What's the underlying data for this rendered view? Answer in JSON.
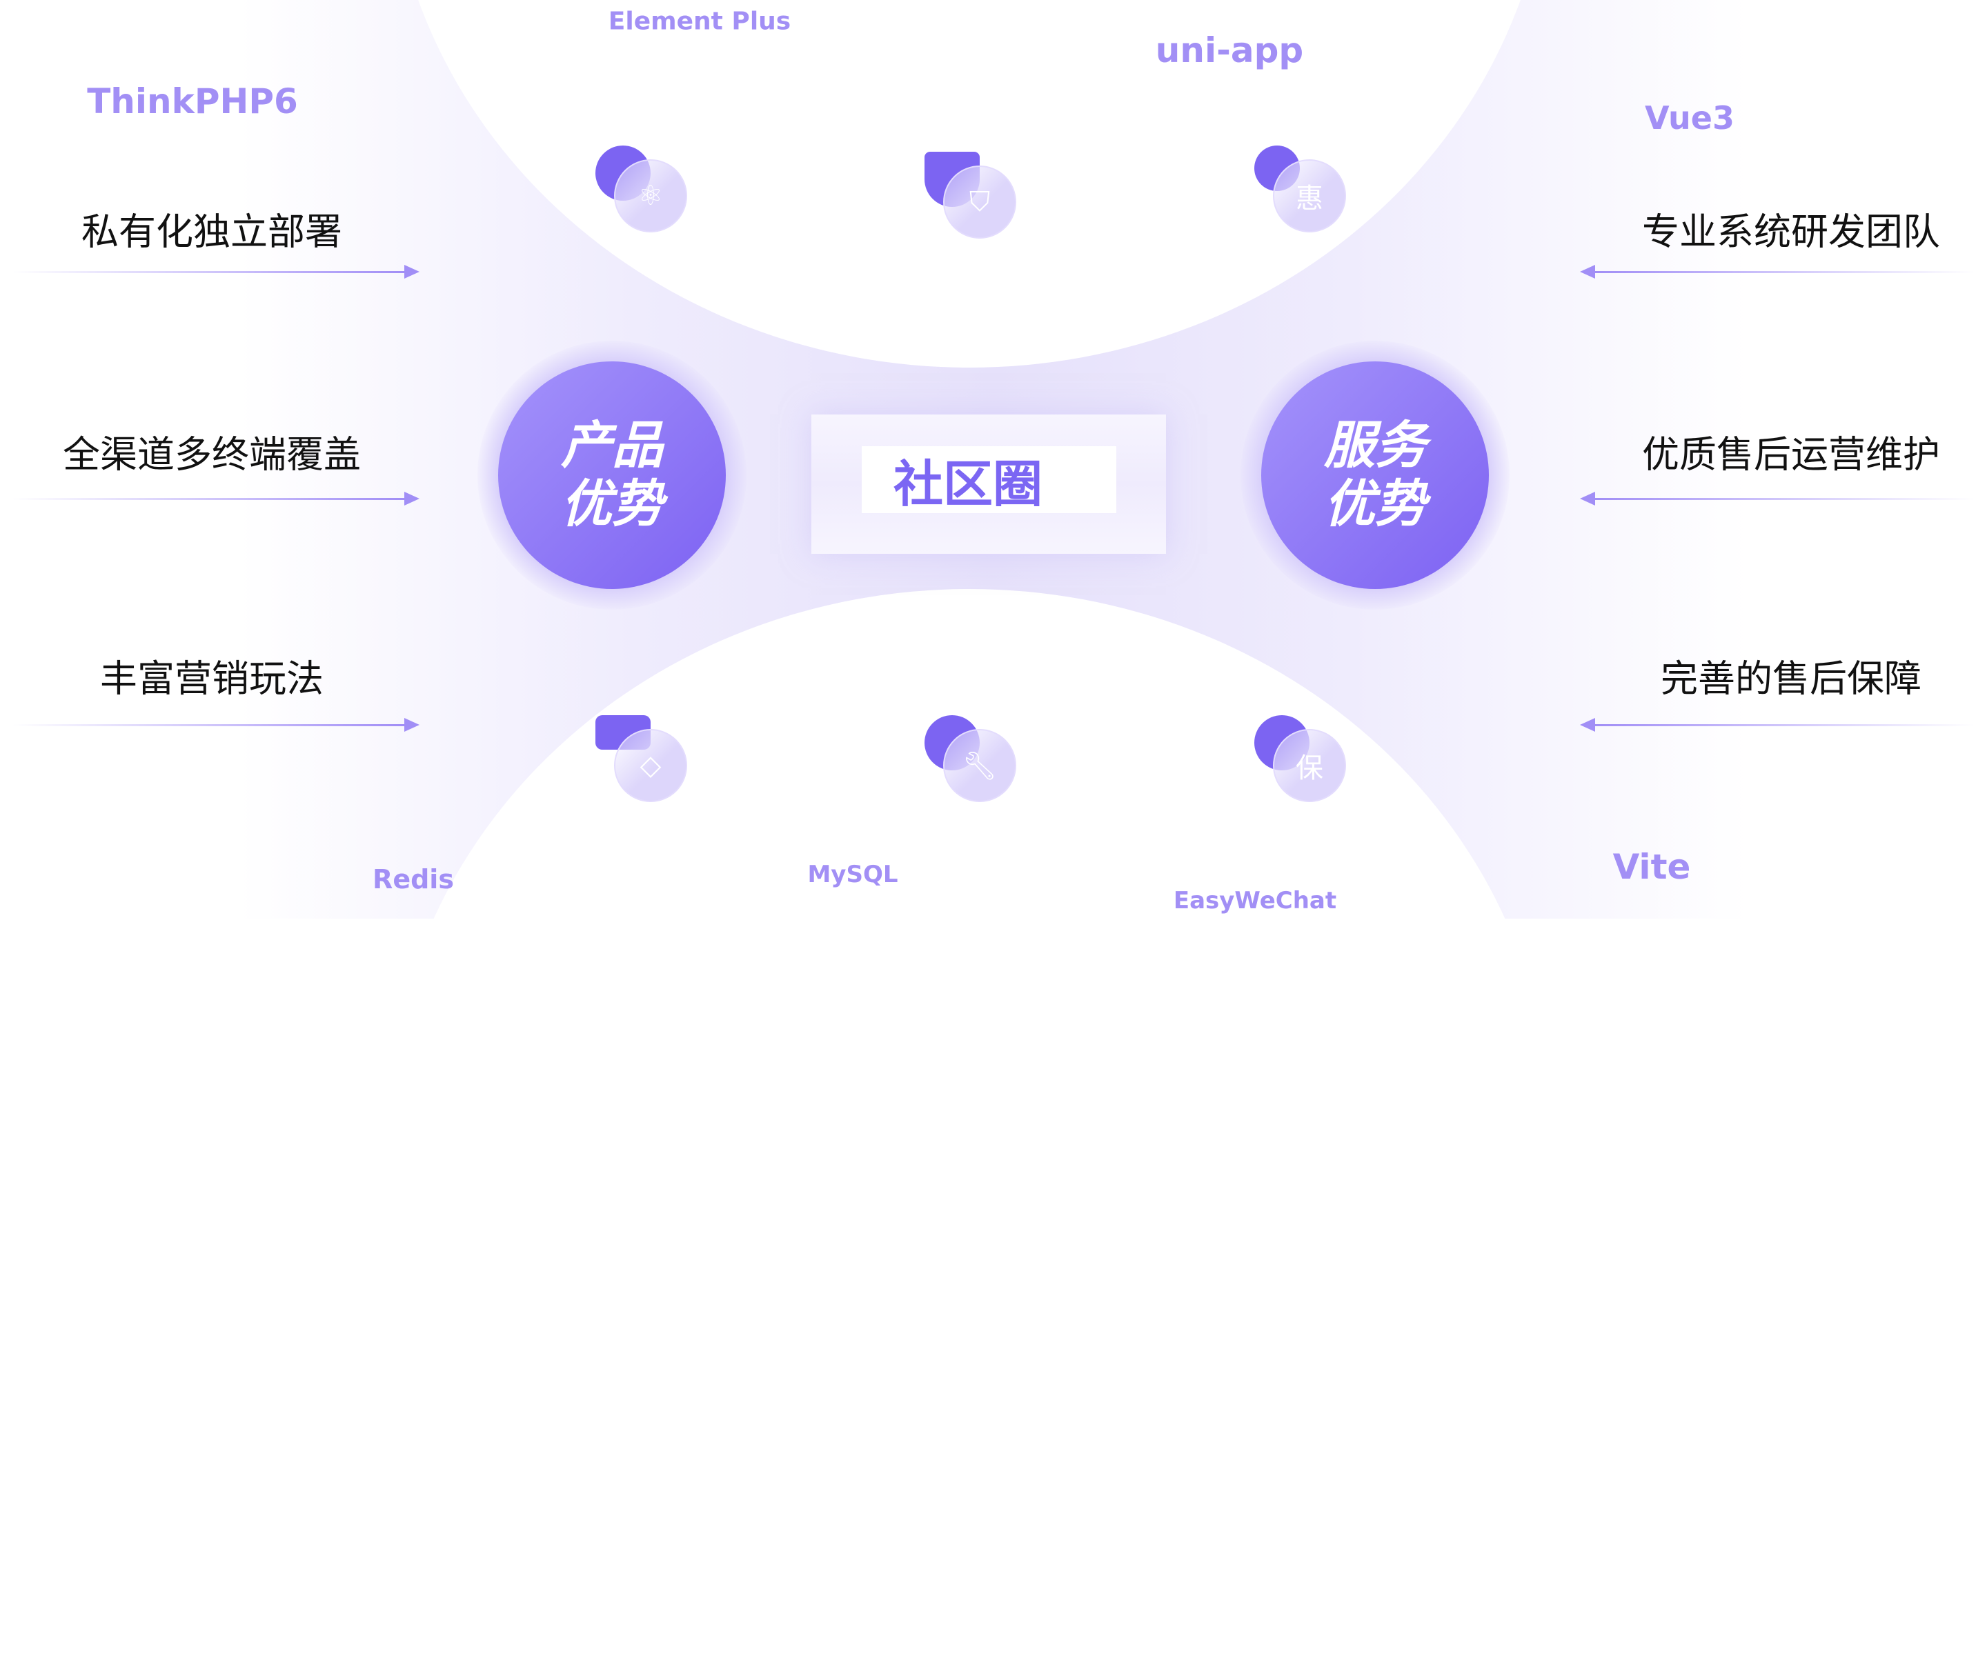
{
  "tech": {
    "element_plus": "Element Plus",
    "uni_app": "uni-app",
    "thinkphp": "ThinkPHP6",
    "vue": "Vue3",
    "redis": "Redis",
    "mysql": "MySQL",
    "easywechat": "EasyWeChat",
    "vite": "Vite"
  },
  "left_features": [
    "私有化独立部署",
    "全渠道多终端覆盖",
    "丰富营销玩法"
  ],
  "right_features": [
    "专业系统研发团队",
    "优质售后运营维护",
    "完善的售后保障"
  ],
  "product_advantage": {
    "line1": "产品",
    "line2": "优势"
  },
  "service_advantage": {
    "line1": "服务",
    "line2": "优势"
  },
  "center_title": "社区圈",
  "icons": {
    "top": [
      "atom-icon",
      "shield-wechat-icon",
      "discount-hui-icon"
    ],
    "bottom": [
      "diamond-icon",
      "wrench-icon",
      "guarantee-bao-icon"
    ],
    "glyphs": {
      "hui": "惠",
      "bao": "保"
    }
  },
  "colors": {
    "accent": "#7b66f3",
    "tech_label": "#a28ff5",
    "background": "#e6e1fb"
  }
}
